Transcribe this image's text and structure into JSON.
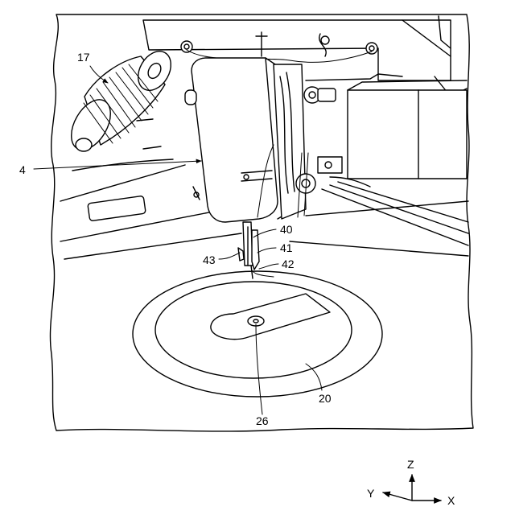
{
  "figure": {
    "labels": {
      "spool": "17",
      "head": "4",
      "needle_bar": "40",
      "presser_foot": "41",
      "thread": "42",
      "needle": "43",
      "table_mark": "20",
      "hole": "26"
    },
    "axes": {
      "z": "Z",
      "y": "Y",
      "x": "X"
    }
  }
}
